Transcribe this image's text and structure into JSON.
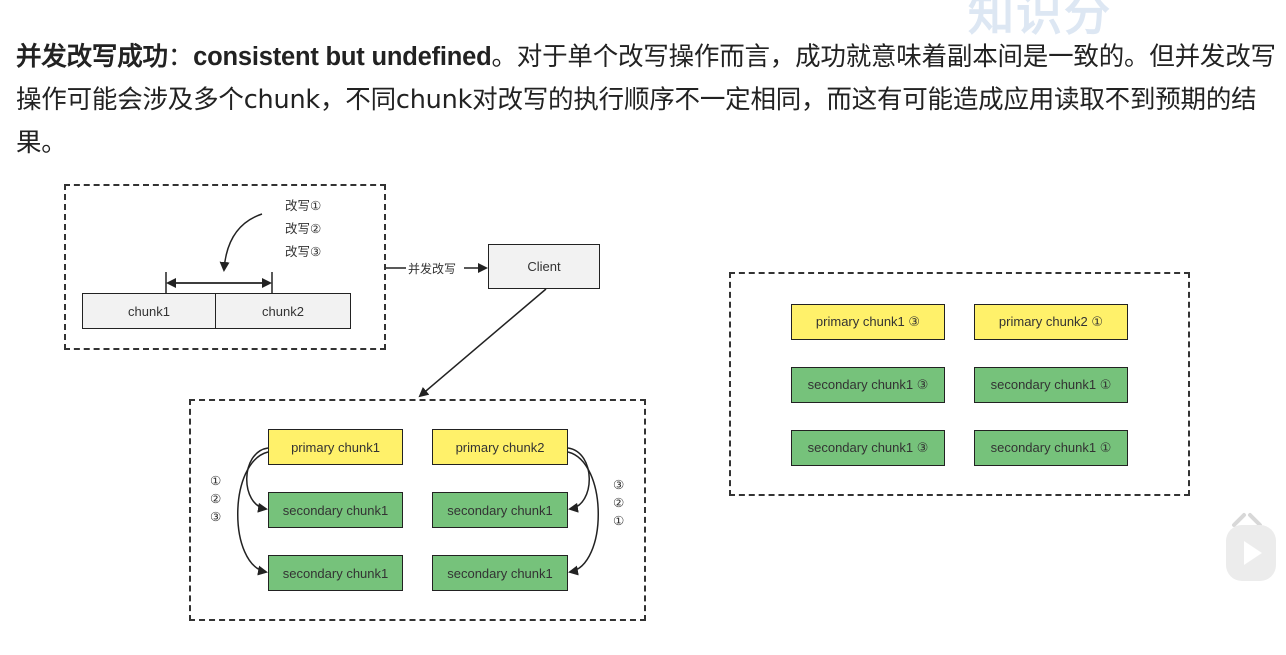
{
  "watermark": "知识分",
  "paragraph": {
    "bold": "并发改写成功",
    "colon": "：",
    "term": "consistent but undefined",
    "rest": "。对于单个改写操作而言，成功就意味着副本间是一致的。但并发改写操作可能会涉及多个chunk，不同chunk对改写的执行顺序不一定相同，而这有可能造成应用读取不到预期的结果。"
  },
  "diagram": {
    "writes": [
      "改写①",
      "改写②",
      "改写③"
    ],
    "chunk1": "chunk1",
    "chunk2": "chunk2",
    "concurrent_label": "并发改写",
    "client": "Client",
    "middle": {
      "primary1": "primary chunk1",
      "primary2": "primary chunk2",
      "sec1a": "secondary chunk1",
      "sec1b": "secondary chunk1",
      "sec2a": "secondary chunk1",
      "sec2b": "secondary chunk1",
      "order_left": [
        "①",
        "②",
        "③"
      ],
      "order_right": [
        "③",
        "②",
        "①"
      ]
    },
    "right": {
      "p1": "primary chunk1 ③",
      "p2": "primary chunk2 ①",
      "s1": "secondary chunk1 ③",
      "s2": "secondary chunk1 ①",
      "s3": "secondary chunk1 ③",
      "s4": "secondary chunk1 ①"
    }
  },
  "colors": {
    "primary": "#fff16a",
    "secondary": "#76c27b",
    "neutral": "#f2f2f2"
  },
  "icons": {
    "player": "play-icon"
  }
}
